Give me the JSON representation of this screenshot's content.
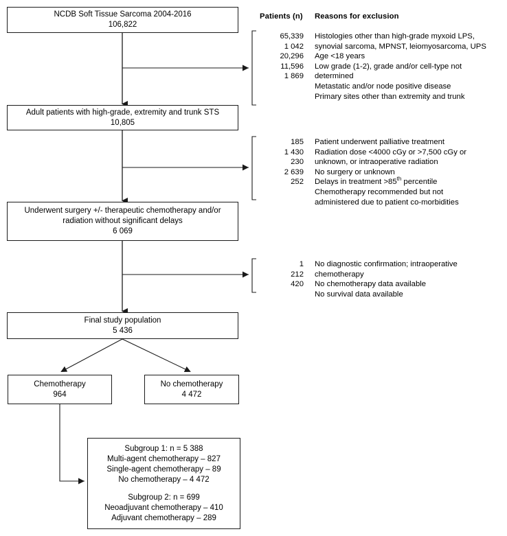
{
  "diagram": {
    "title": "NCDB Soft Tissue Sarcoma patient selection flow diagram",
    "columns": {
      "patients_header": "Patients (n)",
      "reasons_header": "Reasons for exclusion"
    },
    "boxes": {
      "cohort_source": {
        "line1": "NCDB Soft Tissue Sarcoma 2004-2016",
        "line2": "106,822"
      },
      "adult_sts": {
        "line1": "Adult patients with high-grade, extremity and trunk STS",
        "line2": "10,805"
      },
      "treated": {
        "line1": "Underwent surgery +/- therapeutic chemotherapy and/or",
        "line2": "radiation without significant delays",
        "line3": "6 069"
      },
      "final_population": {
        "line1": "Final study population",
        "line2": "5 436"
      },
      "chemotherapy": {
        "line1": "Chemotherapy",
        "line2": "964"
      },
      "no_chemotherapy": {
        "line1": "No chemotherapy",
        "line2": "4 472"
      },
      "subgroups": {
        "line1": "Subgroup 1: n = 5 388",
        "line2": "Multi-agent chemotherapy – 827",
        "line3": "Single-agent chemotherapy – 89",
        "line4": "No chemotherapy – 4 472",
        "line5": "Subgroup 2: n = 699",
        "line6": "Neoadjuvant chemotherapy – 410",
        "line7": "Adjuvant chemotherapy – 289"
      }
    },
    "exclusions": [
      {
        "id": "exclusion-group-1",
        "numbers": [
          "65,339",
          "1 042",
          "20,296",
          "11,596",
          "1 869"
        ],
        "reasons": [
          "Histologies other than high-grade myxoid LPS,",
          "synovial sarcoma, MPNST, leiomyosarcoma, UPS",
          "Age <18 years",
          "Low grade (1-2), grade and/or cell-type not",
          "determined",
          "Metastatic and/or node positive disease",
          "Primary sites other than extremity and trunk"
        ]
      },
      {
        "id": "exclusion-group-2",
        "numbers": [
          "185",
          "1 430",
          "230",
          "2 639",
          "252"
        ],
        "reasons": [
          "Patient underwent palliative treatment",
          "Radiation dose <4000 cGy or >7,500 cGy or",
          "unknown, or intraoperative radiation",
          "No surgery or unknown",
          "Delays in treatment >85<sup>th</sup> percentile",
          "Chemotherapy recommended but not",
          "administered due to patient co-morbidities"
        ]
      },
      {
        "id": "exclusion-group-3",
        "numbers": [
          "1",
          "212",
          "420"
        ],
        "reasons": [
          "No diagnostic confirmation; intraoperative",
          "chemotherapy",
          "No chemotherapy data available",
          "No survival data available"
        ]
      }
    ],
    "colors": {
      "stroke": "#1a1a1a",
      "text": "#000000",
      "background": "#ffffff"
    }
  }
}
